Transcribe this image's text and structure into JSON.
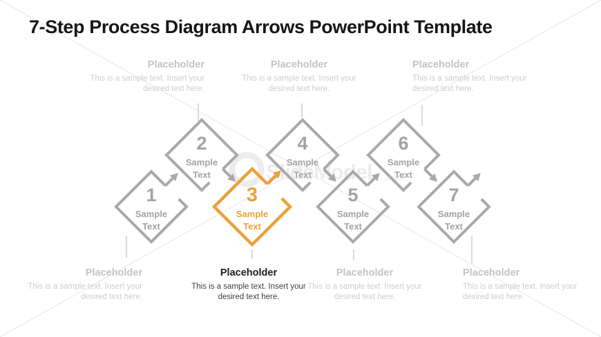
{
  "title": "7-Step Process Diagram Arrows PowerPoint Template",
  "watermark": {
    "brand": "SlideModel",
    "tld": ".com"
  },
  "colors": {
    "gray": "#a9a9a9",
    "orange": "#e9a13b",
    "faded_heading": "#c4c4c4",
    "faded_body": "#cdcdcd",
    "active_heading": "#1c1c1c",
    "active_body": "#3f3f3f",
    "connector": "#c2c2c2",
    "watermark": "#ececec"
  },
  "diagram": {
    "sample_line1": "Sample",
    "sample_line2": "Text",
    "steps": [
      {
        "number": "1",
        "row": "bottom",
        "highlighted": false
      },
      {
        "number": "2",
        "row": "top",
        "highlighted": false
      },
      {
        "number": "3",
        "row": "bottom",
        "highlighted": true
      },
      {
        "number": "4",
        "row": "top",
        "highlighted": false
      },
      {
        "number": "5",
        "row": "bottom",
        "highlighted": false
      },
      {
        "number": "6",
        "row": "top",
        "highlighted": false
      },
      {
        "number": "7",
        "row": "bottom",
        "highlighted": false
      }
    ]
  },
  "placeholders": {
    "top": [
      {
        "heading": "Placeholder",
        "body": "This is a sample text. Insert your desired text here.",
        "align": "right",
        "active": false
      },
      {
        "heading": "Placeholder",
        "body": "This is a sample text. Insert your desired text here.",
        "align": "center",
        "active": false
      },
      {
        "heading": "Placeholder",
        "body": "This is a sample text. Insert your desired text here.",
        "align": "left",
        "active": false
      }
    ],
    "bottom": [
      {
        "heading": "Placeholder",
        "body": "This is a sample text. Insert your desired text here.",
        "align": "right",
        "active": false
      },
      {
        "heading": "Placeholder",
        "body": "This is a sample text. Insert your desired text here.",
        "align": "center",
        "active": true
      },
      {
        "heading": "Placeholder",
        "body": "This is a sample text. Insert your desired text here.",
        "align": "center",
        "active": false
      },
      {
        "heading": "Placeholder",
        "body": "This is a sample text. Insert your desired text here.",
        "align": "left",
        "active": false
      }
    ]
  }
}
